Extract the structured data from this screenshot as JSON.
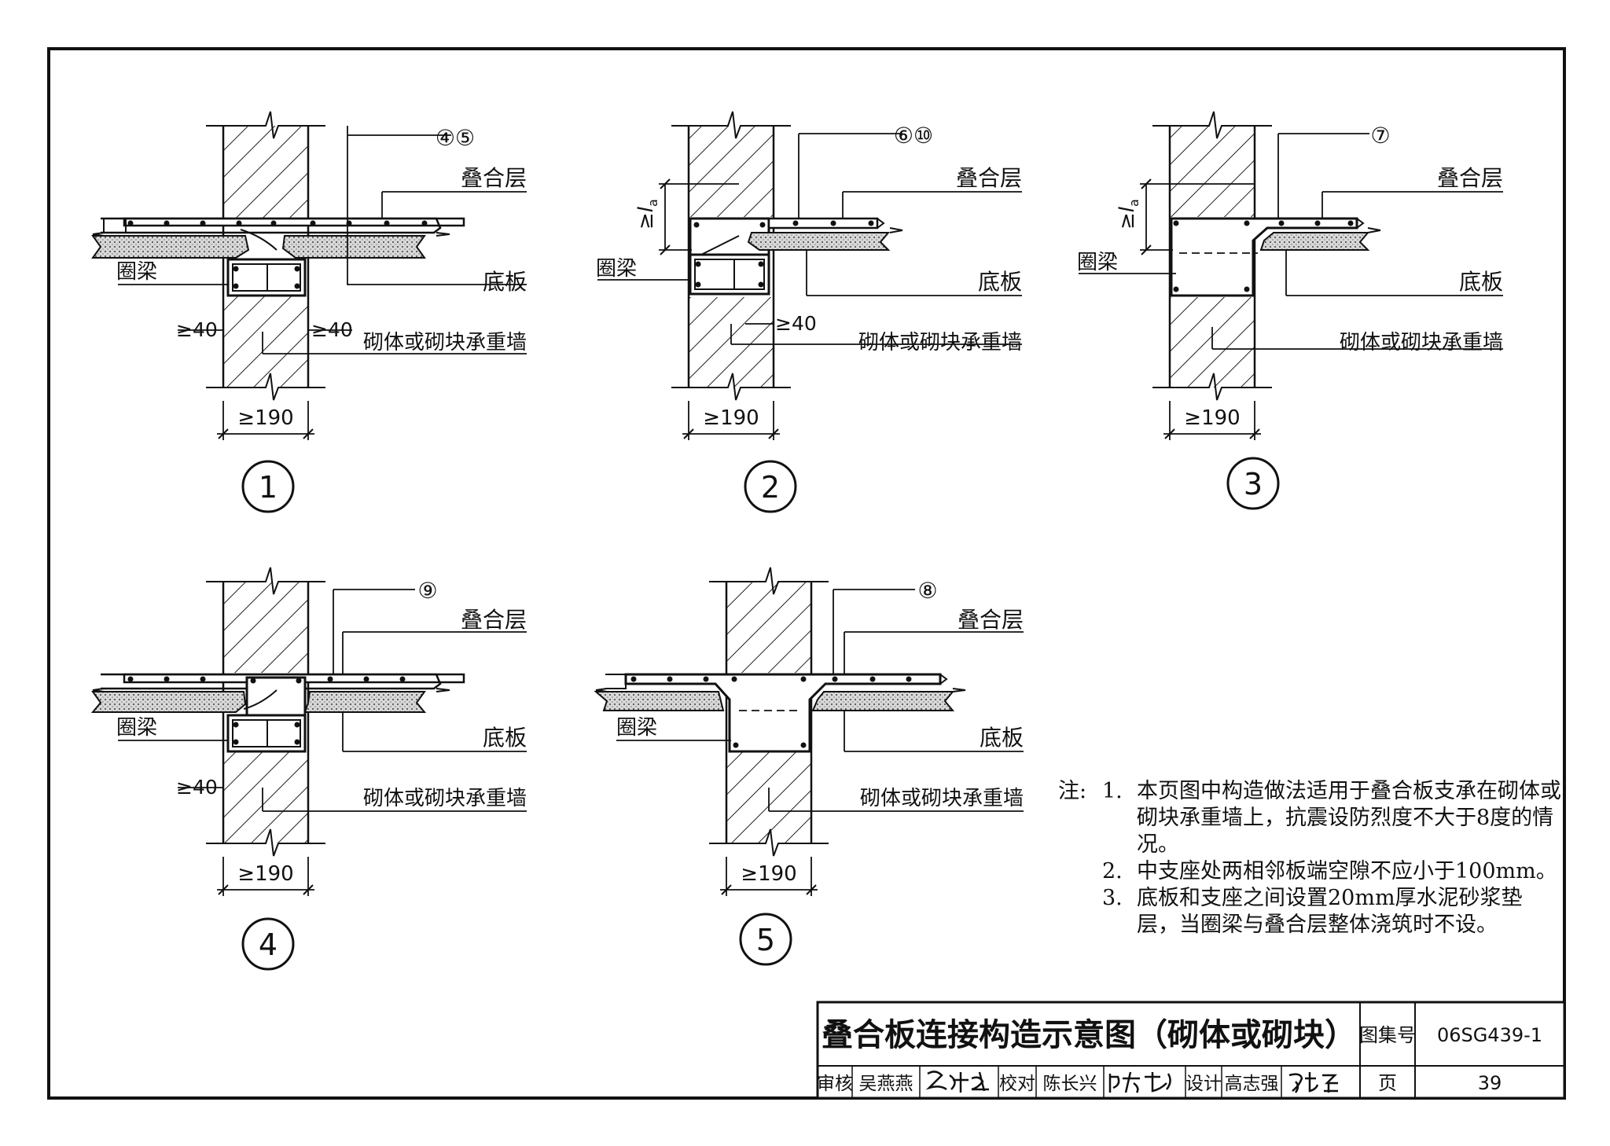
{
  "drawing_title": "叠合板连接构造示意图（砌体或砌块）",
  "atlas_label": "图集号",
  "atlas_no": "06SG439-1",
  "page_label": "页",
  "page_no": "39",
  "signoff": {
    "review_label": "审核",
    "review_name": "吴燕燕",
    "check_label": "校对",
    "check_name": "陈长兴",
    "design_label": "设计",
    "design_name": "高志强"
  },
  "labels": {
    "composite_layer": "叠合层",
    "bottom_slab": "底板",
    "ring_beam": "圈梁",
    "wall": "砌体或砌块承重墙",
    "min40": "≥40",
    "min190": "≥190",
    "la_prefix": "≥",
    "la_symbol": "l",
    "la_sub": "a"
  },
  "details": [
    {
      "number": "1",
      "callout": "④⑤"
    },
    {
      "number": "2",
      "callout": "⑥⑩"
    },
    {
      "number": "3",
      "callout": "⑦"
    },
    {
      "number": "4",
      "callout": "⑨"
    },
    {
      "number": "5",
      "callout": "⑧"
    }
  ],
  "notes": {
    "heading": "注:",
    "items": [
      {
        "num": "1.",
        "text": "本页图中构造做法适用于叠合板支承在砌体或砌块承重墙上，抗震设防烈度不大于8度的情况。"
      },
      {
        "num": "2.",
        "text": "中支座处两相邻板端空隙不应小于100mm。"
      },
      {
        "num": "3.",
        "text": "底板和支座之间设置20mm厚水泥砂浆垫层，当圈梁与叠合层整体浇筑时不设。"
      }
    ]
  }
}
